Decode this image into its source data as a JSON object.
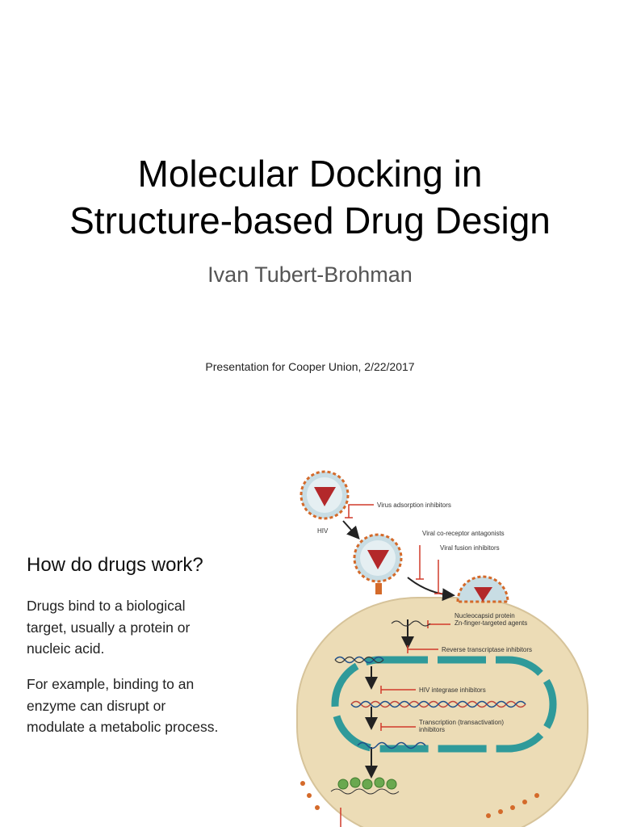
{
  "title_slide": {
    "title_line1": "Molecular Docking in",
    "title_line2": "Structure-based Drug Design",
    "author": "Ivan Tubert-Brohman",
    "subtitle": "Presentation for Cooper Union, 2/22/2017"
  },
  "content_slide": {
    "heading": "How do drugs work?",
    "paragraphs": [
      "Drugs bind to a biological target, usually a protein or nucleic acid.",
      "For example, binding to an enzyme can disrupt or modulate a metabolic process."
    ],
    "figure": {
      "labels": {
        "hiv": "HIV",
        "virus_adsorption": "Virus adsorption inhibitors",
        "co_receptor": "Viral co-receptor antagonists",
        "fusion": "Viral fusion inhibitors",
        "nucleocapsid_1": "Nucleocapsid protein",
        "nucleocapsid_2": "Zn-finger-targeted agents",
        "reverse_transcriptase": "Reverse transcriptase inhibitors",
        "integrase": "HIV integrase inhibitors",
        "transcription_1": "Transcription (transactivation)",
        "transcription_2": "inhibitors"
      },
      "colors": {
        "cell": "#ecdcb6",
        "nucleus": "#2f9a9a",
        "virus_core": "#b3282a",
        "virus_envelope": "#c8dde4",
        "spike": "#d46a2a",
        "inhibitor": "#d13a2a"
      }
    }
  }
}
